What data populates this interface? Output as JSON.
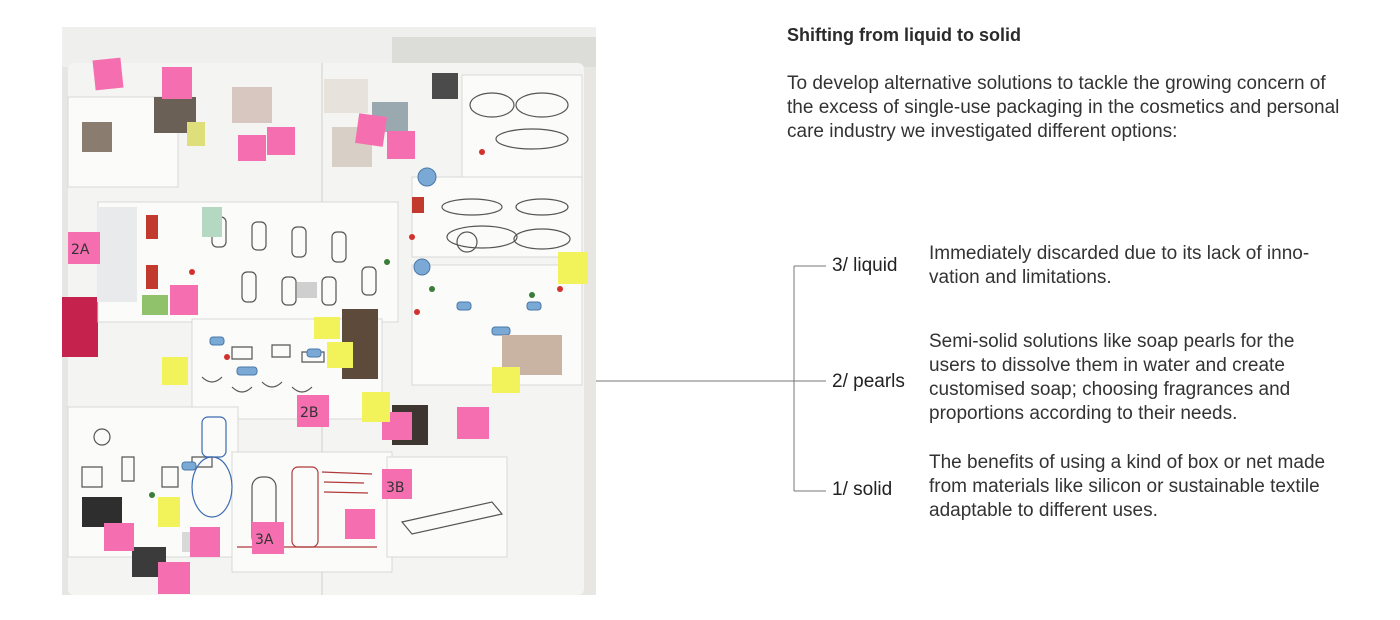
{
  "heading": "Shifting from liquid to solid",
  "intro": "To develop alternative solutions to tackle the growing concern of the excess of single-use packaging in the cosmetics and personal care industry we investigated different options:",
  "steps": [
    {
      "label": "3/ liquid",
      "text": "Immediately discarded due to its lack of inno-vation and limitations."
    },
    {
      "label": "2/ pearls",
      "text": "Semi-solid solutions like soap pearls for the users to dissolve them in water and create customised soap; choosing fragrances and proportions according to their needs."
    },
    {
      "label": "1/ solid",
      "text": "The benefits of using a kind of box or net made from materials like silicon or sustainable textile adaptable to different uses."
    }
  ],
  "photo": {
    "sticky_notes": [
      "2A",
      "2B",
      "3A",
      "3B"
    ],
    "colors": {
      "wall": "#e9e8e4",
      "board": "#f3f3f1",
      "pink": "#f56fb0",
      "yellow": "#f2f25a",
      "paper": "#fbfbfa"
    }
  }
}
